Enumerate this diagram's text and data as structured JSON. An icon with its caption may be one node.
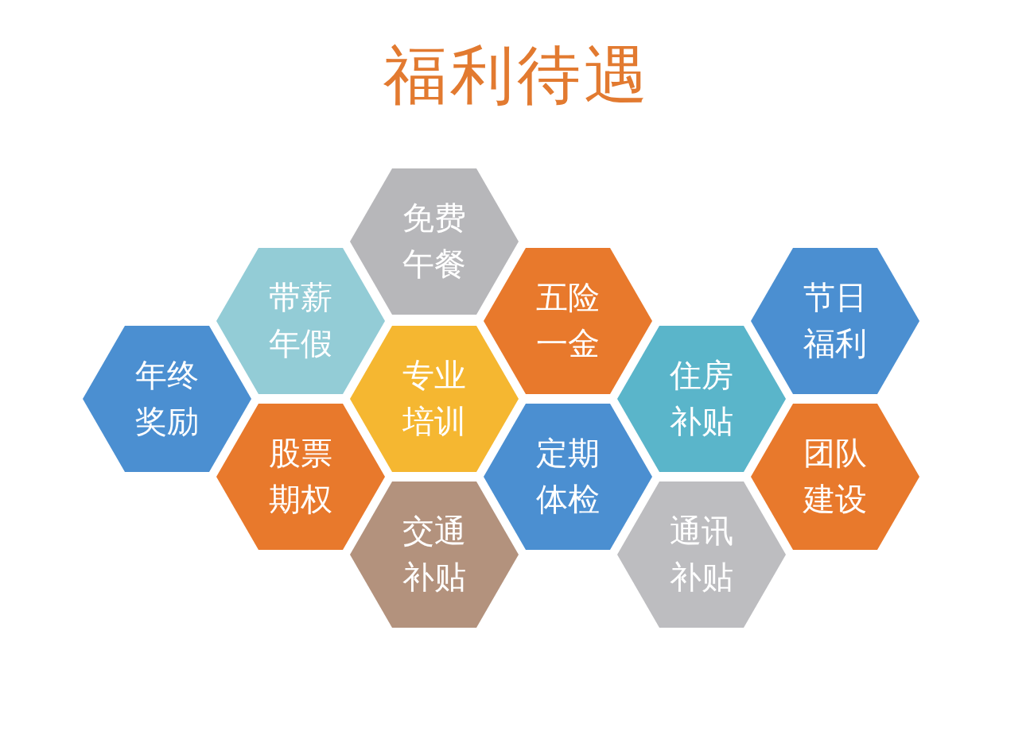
{
  "diagram": {
    "title": "福利待遇",
    "nodes": [
      {
        "text": [
          "免费午餐"
        ]
      },
      {
        "text": [
          "带薪年假"
        ]
      },
      {
        "text": [
          "五险一金"
        ]
      },
      {
        "text": [
          "节日福利"
        ]
      },
      {
        "text": [
          "年终奖励"
        ]
      },
      {
        "text": [
          "专业培训"
        ]
      },
      {
        "text": [
          "住房补贴"
        ]
      },
      {
        "text": [
          "股票期权"
        ]
      },
      {
        "text": [
          "定期体检"
        ]
      },
      {
        "text": [
          "团队建设"
        ]
      },
      {
        "text": [
          "交通补贴"
        ]
      },
      {
        "text": [
          "通讯补贴"
        ]
      }
    ]
  }
}
